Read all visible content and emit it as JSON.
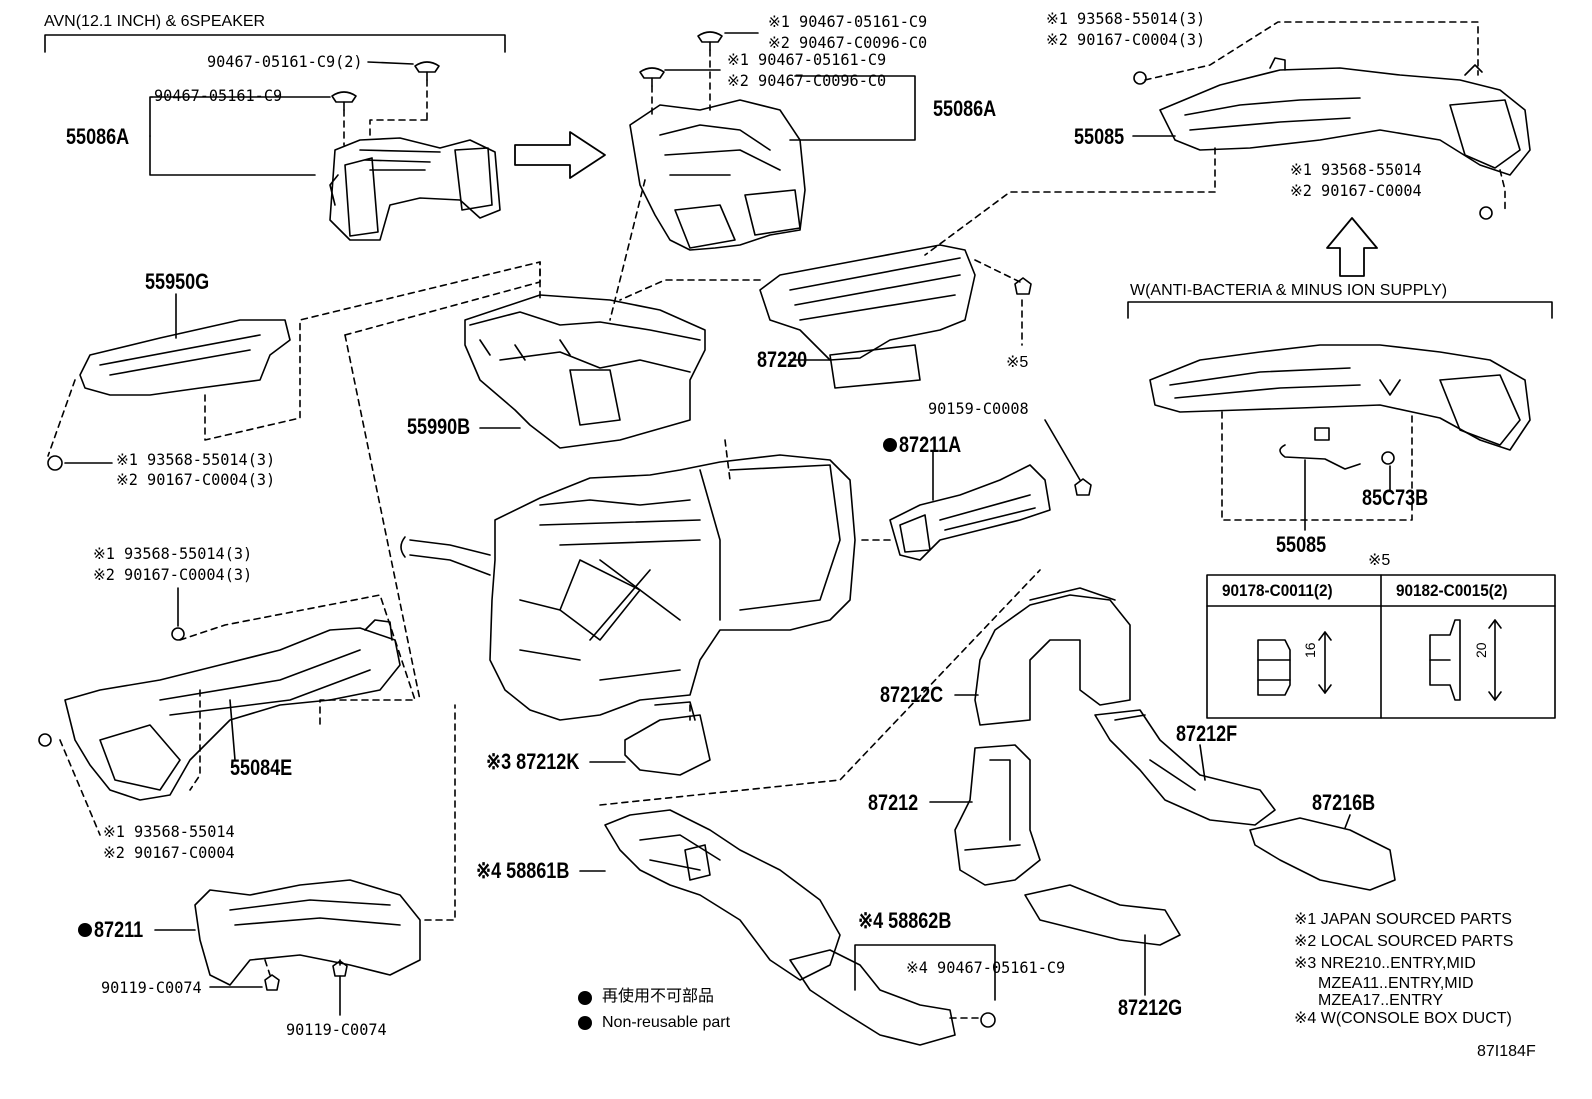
{
  "headers": {
    "avn": "AVN(12.1 INCH) & 6SPEAKER",
    "anti_bacteria": "W(ANTI-BACTERIA & MINUS ION SUPPLY)"
  },
  "callouts": {
    "screw_90467_c9_2": "90467-05161-C9(2)",
    "screw_90467_c9": "90467-05161-C9",
    "p55086a_left": "55086A",
    "p55086a_right": "55086A",
    "top_screw_a1": "※1 90467-05161-C9",
    "top_screw_a2": "※2 90467-C0096-C0",
    "top_screw_b1": "※1 90467-05161-C9",
    "top_screw_b2": "※2 90467-C0096-C0",
    "tr_clip_1": "※1 93568-55014(3)",
    "tr_clip_2": "※2 90167-C0004(3)",
    "p55085_top": "55085",
    "tr_clip_single_1": "※1 93568-55014",
    "tr_clip_single_2": "※2 90167-C0004",
    "p55950g": "55950G",
    "p87220": "87220",
    "note5_marker": "※5",
    "p55990b": "55990B",
    "left_clip_1": "※1 93568-55014(3)",
    "left_clip_2": "※2 90167-C0004(3)",
    "screw_90159": "90159-C0008",
    "p87211a": "87211A",
    "p55085_bottom": "55085",
    "p85c73b": "85C73B",
    "mid_clip_1": "※1 93568-55014(3)",
    "mid_clip_2": "※2 90167-C0004(3)",
    "p55084e": "55084E",
    "low_clip_1": "※1 93568-55014",
    "low_clip_2": "※2 90167-C0004",
    "p87212c": "87212C",
    "p87212k": "※3 87212K",
    "p87212f": "87212F",
    "p87212": "87212",
    "p87216b": "87216B",
    "p58861b": "※4 58861B",
    "p87211": "87211",
    "screw_90119_a": "90119-C0074",
    "screw_90119_b": "90119-C0074",
    "p58862b": "※4 58862B",
    "screw_note4": "※4 90467-05161-C9",
    "p87212g": "87212G"
  },
  "fastener_table": {
    "title": "※5",
    "columns": [
      "90178-C0011(2)",
      "90182-C0015(2)"
    ],
    "dimensions": [
      "16",
      "20"
    ]
  },
  "legend": {
    "jp_non_reusable": "再使用不可部品",
    "non_reusable": "Non-reusable part"
  },
  "notes": [
    "※1 JAPAN SOURCED PARTS",
    "※2 LOCAL SOURCED PARTS",
    "※3 NRE210..ENTRY,MID",
    "MZEA11..ENTRY,MID",
    "MZEA17..ENTRY",
    "※4 W(CONSOLE BOX DUCT)"
  ],
  "figure_id": "87I184F"
}
